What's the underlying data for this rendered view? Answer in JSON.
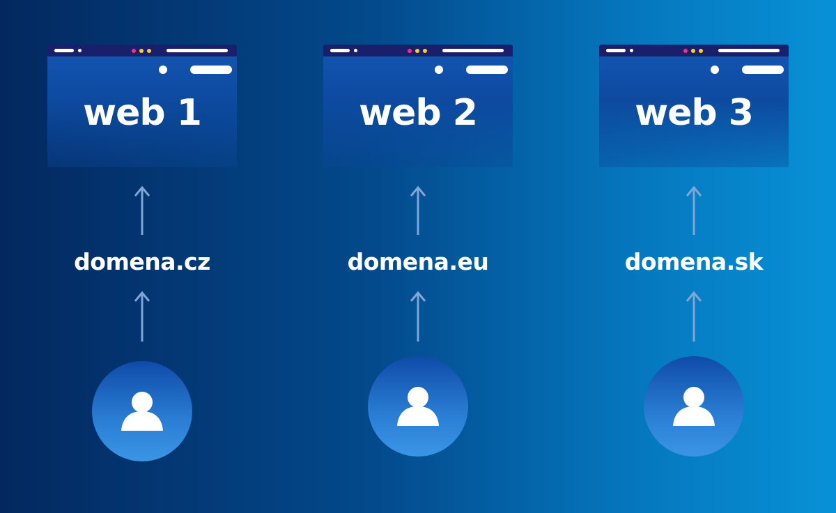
{
  "sites": [
    {
      "title": "web 1",
      "domain": "domena.cz"
    },
    {
      "title": "web 2",
      "domain": "domena.eu"
    },
    {
      "title": "web 3",
      "domain": "domena.sk"
    }
  ],
  "icons": {
    "arrow": "arrow-up-icon",
    "user": "user-icon"
  },
  "colors": {
    "background_start": "#03285f",
    "background_end": "#0891d6",
    "browser_bar": "#1a1f6b",
    "traffic_red": "#ff2d7a",
    "traffic_yellow": "#ffd21a",
    "text": "#ffffff"
  }
}
